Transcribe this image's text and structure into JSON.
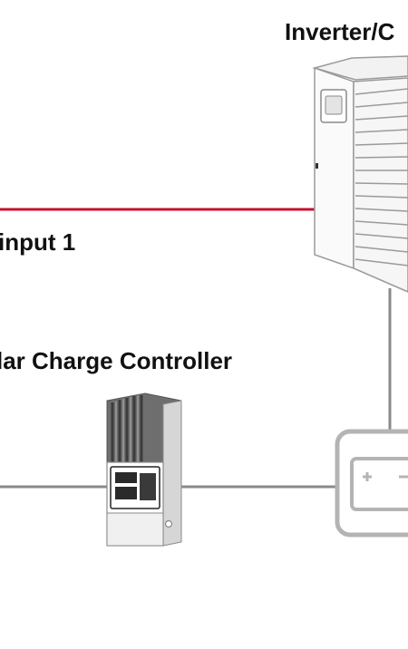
{
  "labels": {
    "inverter": "Inverter/C",
    "input": "input 1",
    "controller": "lar Charge Controller"
  },
  "colors": {
    "input_wire": "#c8102e",
    "wire": "#8a8a8a",
    "device_outline": "#9a9a9a",
    "battery_outline": "#b4b4b4"
  },
  "icons": {
    "inverter": "inverter-charger-icon",
    "controller": "solar-charge-controller-icon",
    "battery": "battery-icon"
  }
}
